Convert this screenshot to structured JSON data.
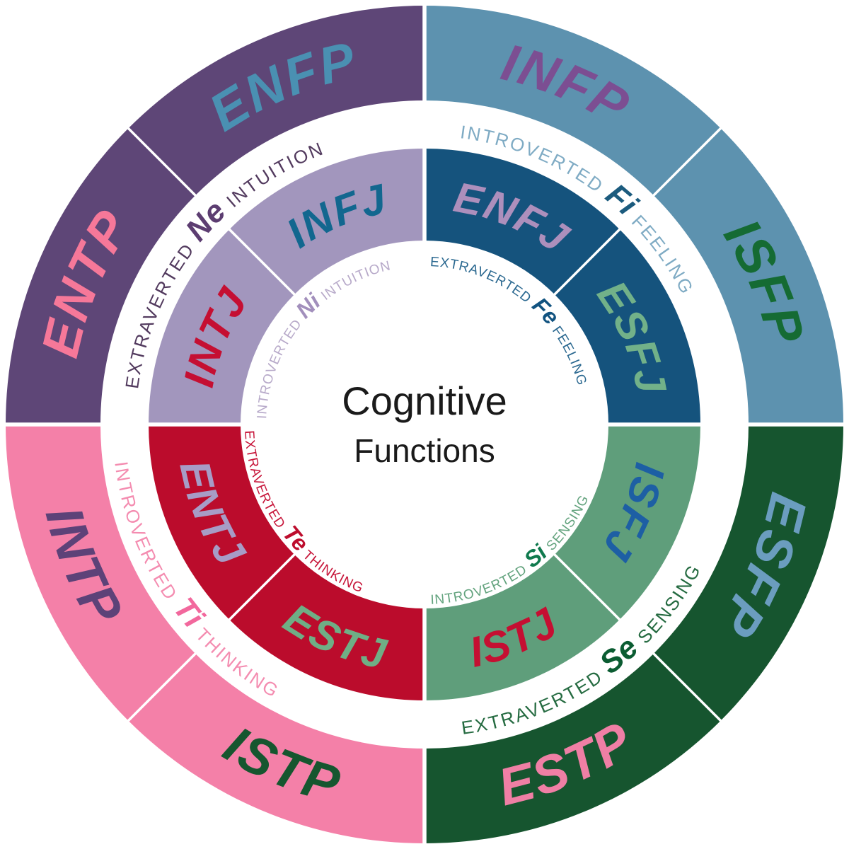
{
  "title": {
    "line1": "Cognitive",
    "line2": "Functions",
    "color": "#1a1a1a"
  },
  "background": "#ffffff",
  "divider_color": "#ffffff",
  "quadrants": [
    {
      "id": "intuition",
      "position": "top-left",
      "bearing_start": 270,
      "outer_color": "#5e4677",
      "inner_color": "#a296bd",
      "outer_band": {
        "prefix": "EXTRAVERTED",
        "code": "Ne",
        "suffix": "INTUITION",
        "words_color": "#523a5e",
        "code_color": "#5c3d71"
      },
      "inner_band": {
        "prefix": "INTROVERTED",
        "code": "Ni",
        "suffix": "INTUITION",
        "words_color": "#b7a9c9",
        "code_color": "#a28fbc"
      },
      "outer_types": [
        {
          "label": "ENTP",
          "color": "#f67899"
        },
        {
          "label": "ENFP",
          "color": "#4a90b2"
        }
      ],
      "inner_types": [
        {
          "label": "INTJ",
          "color": "#c50f32"
        },
        {
          "label": "INFJ",
          "color": "#12678f"
        }
      ]
    },
    {
      "id": "feeling",
      "position": "top-right",
      "bearing_start": 0,
      "outer_color": "#5d92af",
      "inner_color": "#15537d",
      "outer_band": {
        "prefix": "INTROVERTED",
        "code": "Fi",
        "suffix": "FEELING",
        "words_color": "#7fabc4",
        "code_color": "#1b5b7e"
      },
      "inner_band": {
        "prefix": "EXTRAVERTED",
        "code": "Fe",
        "suffix": "FEELING",
        "words_color": "#2a6890",
        "code_color": "#115380"
      },
      "outer_types": [
        {
          "label": "INFP",
          "color": "#7c4e92"
        },
        {
          "label": "ISFP",
          "color": "#156b33"
        }
      ],
      "inner_types": [
        {
          "label": "ENFJ",
          "color": "#ad8fbc"
        },
        {
          "label": "ESFJ",
          "color": "#72b189"
        }
      ]
    },
    {
      "id": "sensing",
      "position": "bottom-right",
      "bearing_start": 90,
      "outer_color": "#16552f",
      "inner_color": "#5f9e7b",
      "outer_band": {
        "prefix": "EXTRAVERTED",
        "code": "Se",
        "suffix": "SENSING",
        "words_color": "#256b41",
        "code_color": "#0b5c32"
      },
      "inner_band": {
        "prefix": "INTROVERTED",
        "code": "Si",
        "suffix": "SENSING",
        "words_color": "#63a37e",
        "code_color": "#107a4e"
      },
      "outer_types": [
        {
          "label": "ESFP",
          "color": "#6b9dbf"
        },
        {
          "label": "ESTP",
          "color": "#ef7fa5"
        }
      ],
      "inner_types": [
        {
          "label": "ISFJ",
          "color": "#1d5fa4"
        },
        {
          "label": "ISTJ",
          "color": "#c50f32"
        }
      ]
    },
    {
      "id": "thinking",
      "position": "bottom-left",
      "bearing_start": 180,
      "outer_color": "#f480a8",
      "inner_color": "#bb0c2c",
      "outer_band": {
        "prefix": "INTROVERTED",
        "code": "Ti",
        "suffix": "THINKING",
        "words_color": "#f48cb0",
        "code_color": "#f2689d"
      },
      "inner_band": {
        "prefix": "EXTRAVERTED",
        "code": "Te",
        "suffix": "THINKING",
        "words_color": "#c7163a",
        "code_color": "#bd0d2d"
      },
      "outer_types": [
        {
          "label": "ISTP",
          "color": "#16562f"
        },
        {
          "label": "INTP",
          "color": "#5d4278"
        }
      ],
      "inner_types": [
        {
          "label": "ESTJ",
          "color": "#6fae85"
        },
        {
          "label": "ENTJ",
          "color": "#a79cc6"
        }
      ]
    }
  ]
}
